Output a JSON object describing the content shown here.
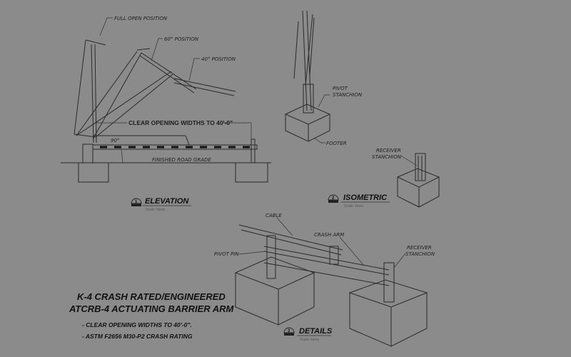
{
  "elevation": {
    "full_open": "FULL OPEN POSITION",
    "pos60": "60° POSITION",
    "pos40": "40° POSITION",
    "clear_opening": "CLEAR OPENING WIDTHS TO 40'-0\"",
    "angle": "90°",
    "road_grade": "FINISHED ROAD GRADE",
    "view_number": "1",
    "view_title": "ELEVATION",
    "scale": "Scale: None"
  },
  "isometric": {
    "pivot_stanchion": [
      "PIVOT",
      "STANCHION"
    ],
    "footer": "FOOTER",
    "receiver_stanchion": [
      "RECEIVER",
      "STANCHION"
    ],
    "view_number": "2",
    "view_title": "ISOMETRIC",
    "scale": "Scale: None"
  },
  "details": {
    "cable": "CABLE",
    "crash_arm": "CRASH ARM",
    "pivot_pin": "PIVOT PIN",
    "receiver_stanchion": [
      "RECEIVER",
      "STANCHION"
    ],
    "view_number": "3",
    "view_title": "DETAILS",
    "scale": "Scale: None"
  },
  "title_block": {
    "line1": "K-4 CRASH RATED/ENGINEERED",
    "line2": "ATCRB-4 ACTUATING BARRIER ARM",
    "bullets": [
      "- CLEAR OPENING WIDTHS TO 40'-0\".",
      "- ASTM F2656 M30-P2 CRASH RATING"
    ]
  },
  "colors": {
    "background": "#8b8b8b",
    "linework": "#2a2a2a"
  }
}
